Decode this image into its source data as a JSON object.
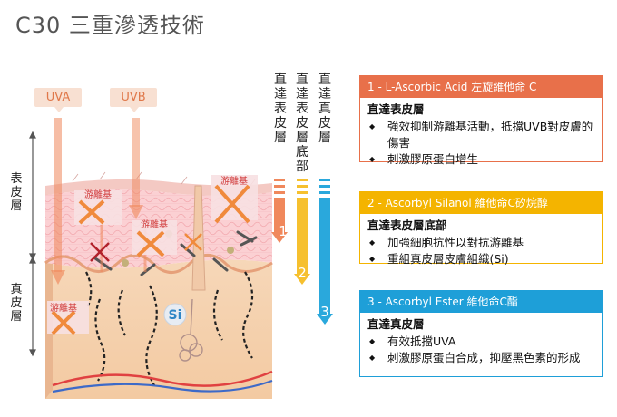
{
  "title": "C30 三重滲透技術",
  "uv": {
    "uva": "UVA",
    "uvb": "UVB"
  },
  "columns": [
    {
      "label": "直達表皮層",
      "number": "1",
      "color": "#f0885c"
    },
    {
      "label": "直達表皮層底部",
      "number": "2",
      "color": "#f6c02e"
    },
    {
      "label": "直達真皮層",
      "number": "3",
      "color": "#2aa8dc"
    }
  ],
  "layers": {
    "epidermis": "表皮層",
    "dermis": "真皮層"
  },
  "radical_label": "游離基",
  "si_label": "Si",
  "panels": [
    {
      "header": "1 - L-Ascorbic Acid 左旋維他命 C",
      "sub": "直達表皮層",
      "items": [
        "強效抑制游離基活動，抵擋UVB對皮膚的傷害",
        "刺激膠原蛋白增生"
      ],
      "color": "#e8704a"
    },
    {
      "header": "2 - Ascorbyl Silanol 維他命C矽烷醇",
      "sub": "直達表皮層底部",
      "items": [
        "加強細胞抗性以對抗游離基",
        "重組真皮層皮膚組織(Si)"
      ],
      "color": "#f4b400"
    },
    {
      "header": "3 - Ascorbyl Ester 維他命C酯",
      "sub": "直達真皮層",
      "items": [
        "有效抵擋UVA",
        "刺激膠原蛋白合成，抑壓黑色素的形成"
      ],
      "color": "#1e9fd8"
    }
  ]
}
